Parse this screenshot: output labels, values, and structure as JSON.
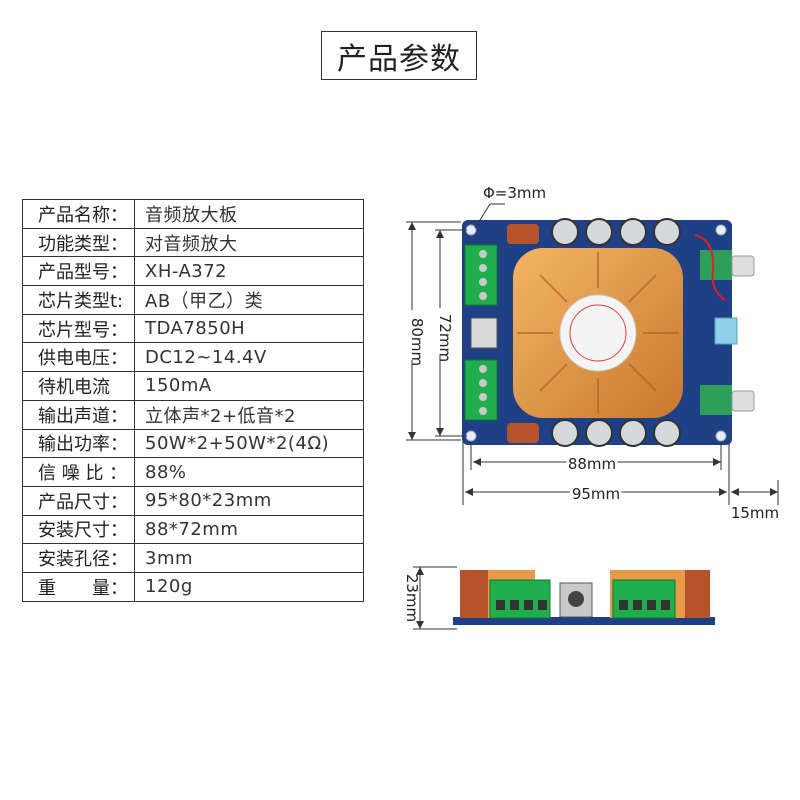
{
  "header": {
    "title": "产品参数"
  },
  "specs": [
    {
      "key": "产品名称：",
      "value": "音频放大板"
    },
    {
      "key": "功能类型：",
      "value": "对音频放大"
    },
    {
      "key": "产品型号：",
      "value": "XH-A372"
    },
    {
      "key": "芯片类型t:",
      "value": "AB（甲乙）类"
    },
    {
      "key": "芯片型号：",
      "value": "TDA7850H"
    },
    {
      "key": "供电电压：",
      "value": "DC12~14.4V"
    },
    {
      "key": "待机电流",
      "value": "150mA"
    },
    {
      "key": "输出声道：",
      "value": "立体声*2+低音*2"
    },
    {
      "key": "输出功率：",
      "value": "50W*2+50W*2(4Ω)"
    },
    {
      "key": "信 噪 比 ：",
      "value": "88%"
    },
    {
      "key": "产品尺寸：",
      "value": "95*80*23mm"
    },
    {
      "key": "安装尺寸：",
      "value": "88*72mm"
    },
    {
      "key": "安装孔径：",
      "value": "3mm"
    },
    {
      "key": "重　　量：",
      "value": "120g"
    }
  ],
  "dimensions": {
    "hole": "Φ=3mm",
    "height_outer": "80mm",
    "height_inner": "72mm",
    "width_inner": "88mm",
    "width_outer": "95mm",
    "knob_extend": "15mm",
    "thickness": "23mm"
  }
}
